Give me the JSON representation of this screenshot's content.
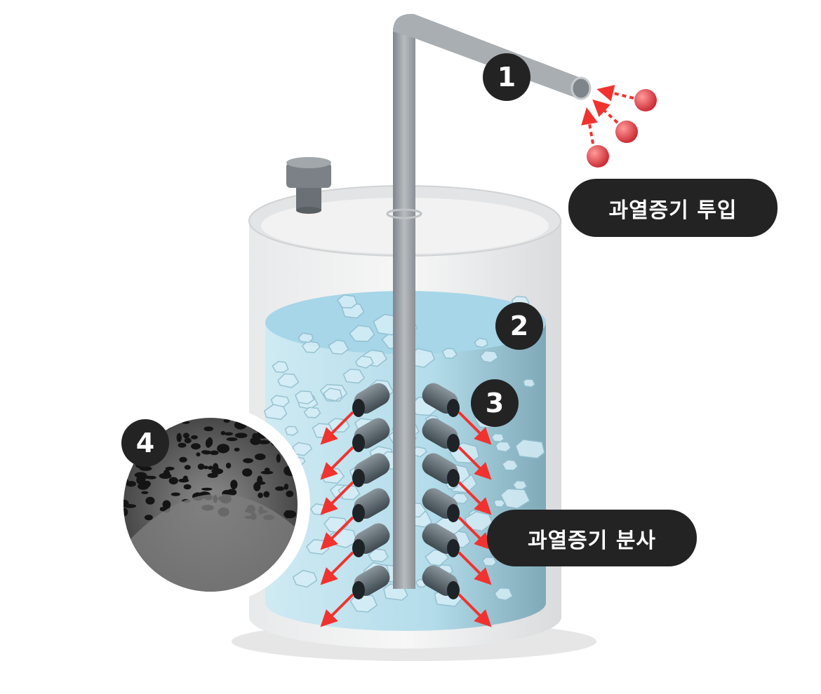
{
  "labels": {
    "steam_input": "과열증기 투입",
    "steam_spray": "과열증기 분사"
  },
  "badges": [
    "1",
    "2",
    "3",
    "4"
  ],
  "colors": {
    "badge": "#232323",
    "arrow": "#f0332f",
    "water": "#a9d9ea",
    "pipe": "#9ea3a8",
    "nozzle": "#5f6b73",
    "steam_ball": "#e5424a"
  }
}
